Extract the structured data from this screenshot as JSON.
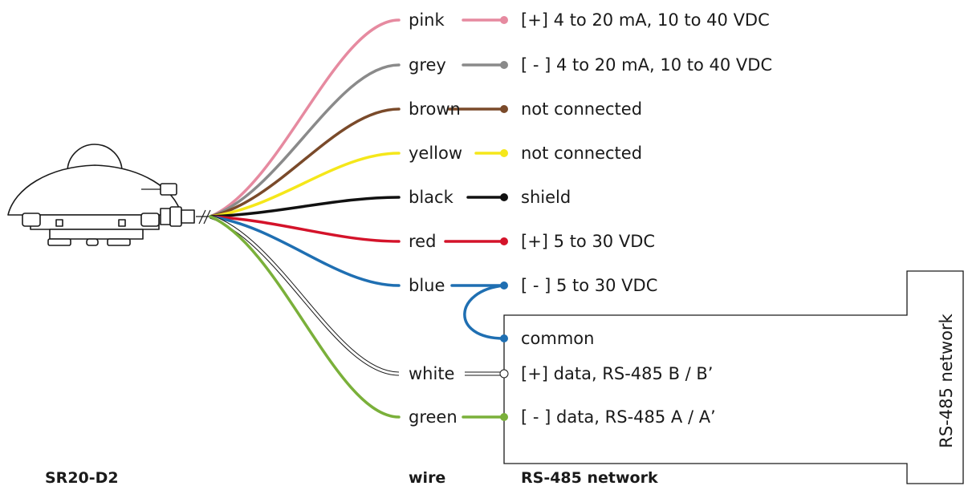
{
  "captions": {
    "device": "SR20-D2",
    "wire": "wire",
    "network": "RS-485 network"
  },
  "network_box_label": "RS-485 network",
  "wires": [
    {
      "color_name": "pink",
      "color": "#e68aa0",
      "label": "[+] 4 to 20 mA, 10 to 40 VDC"
    },
    {
      "color_name": "grey",
      "color": "#8a8a8a",
      "label": "[ - ] 4 to 20 mA, 10 to 40 VDC"
    },
    {
      "color_name": "brown",
      "color": "#7a4a2a",
      "label": "not connected"
    },
    {
      "color_name": "yellow",
      "color": "#f5e71a",
      "label": "not connected"
    },
    {
      "color_name": "black",
      "color": "#111111",
      "label": "shield"
    },
    {
      "color_name": "red",
      "color": "#d4132a",
      "label": "[+] 5 to 30 VDC"
    },
    {
      "color_name": "blue",
      "color": "#1f6fb2",
      "label": "[ - ] 5 to 30 VDC"
    },
    {
      "color_name": "white",
      "color": "#ffffff",
      "label": "[+] data, RS-485  B / B’"
    },
    {
      "color_name": "green",
      "color": "#7ab03a",
      "label": "[ - ] data, RS-485  A / A’"
    }
  ],
  "common_label": "common"
}
